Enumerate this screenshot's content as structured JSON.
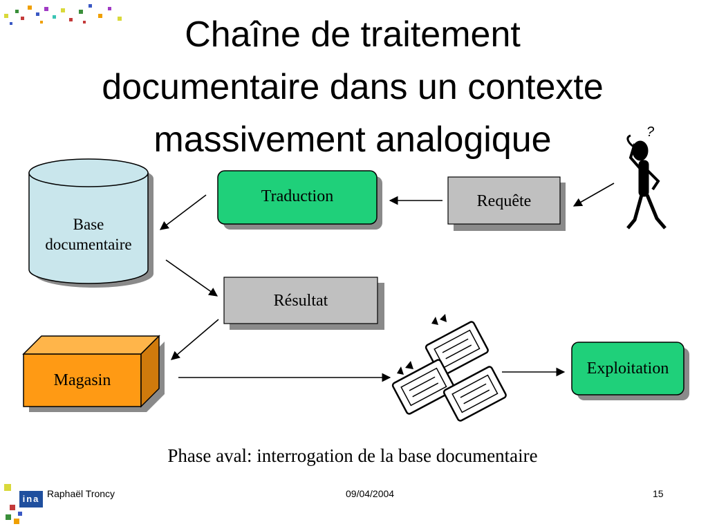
{
  "title_lines": [
    "Chaîne de traitement",
    "documentaire dans un contexte",
    "massivement analogique"
  ],
  "nodes": {
    "base": [
      "Base",
      "documentaire"
    ],
    "traduction": "Traduction",
    "requete": "Requête",
    "resultat": "Résultat",
    "magasin": "Magasin",
    "exploitation": "Exploitation"
  },
  "question_mark": "?",
  "logo_text": "ina",
  "caption": "Phase aval: interrogation de la base documentaire",
  "footer": {
    "author": "Raphaël Troncy",
    "date": "09/04/2004",
    "page": "15"
  },
  "colors": {
    "database_fill": "#c9e6ec",
    "process_green": "#1fd07a",
    "gray_box": "#c0c0c0",
    "storage_orange": "#ff9a14",
    "shadow": "#8a8a8a",
    "logo_blue": "#1f4f9e"
  }
}
